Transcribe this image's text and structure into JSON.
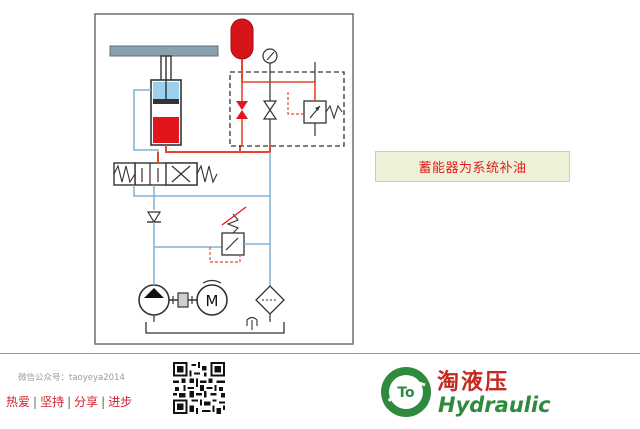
{
  "diagram": {
    "caption": "蓄能器为系统补油",
    "motor_letter": "M",
    "colors": {
      "oil_line": "#e8462a",
      "return_line": "#7fb3d6",
      "cylinder_red": "#e1161d",
      "accumulator_red": "#d8141b",
      "cylinder_blue": "#9bd0ee",
      "valve_red": "#e1161d"
    }
  },
  "footer": {
    "wechat": "微信公众号：taoyeya2014",
    "motto": [
      "热爱",
      "坚持",
      "分享",
      "进步"
    ],
    "brand_cn": "淘液压",
    "brand_en": "Hydraulic",
    "logo_text": "To"
  }
}
